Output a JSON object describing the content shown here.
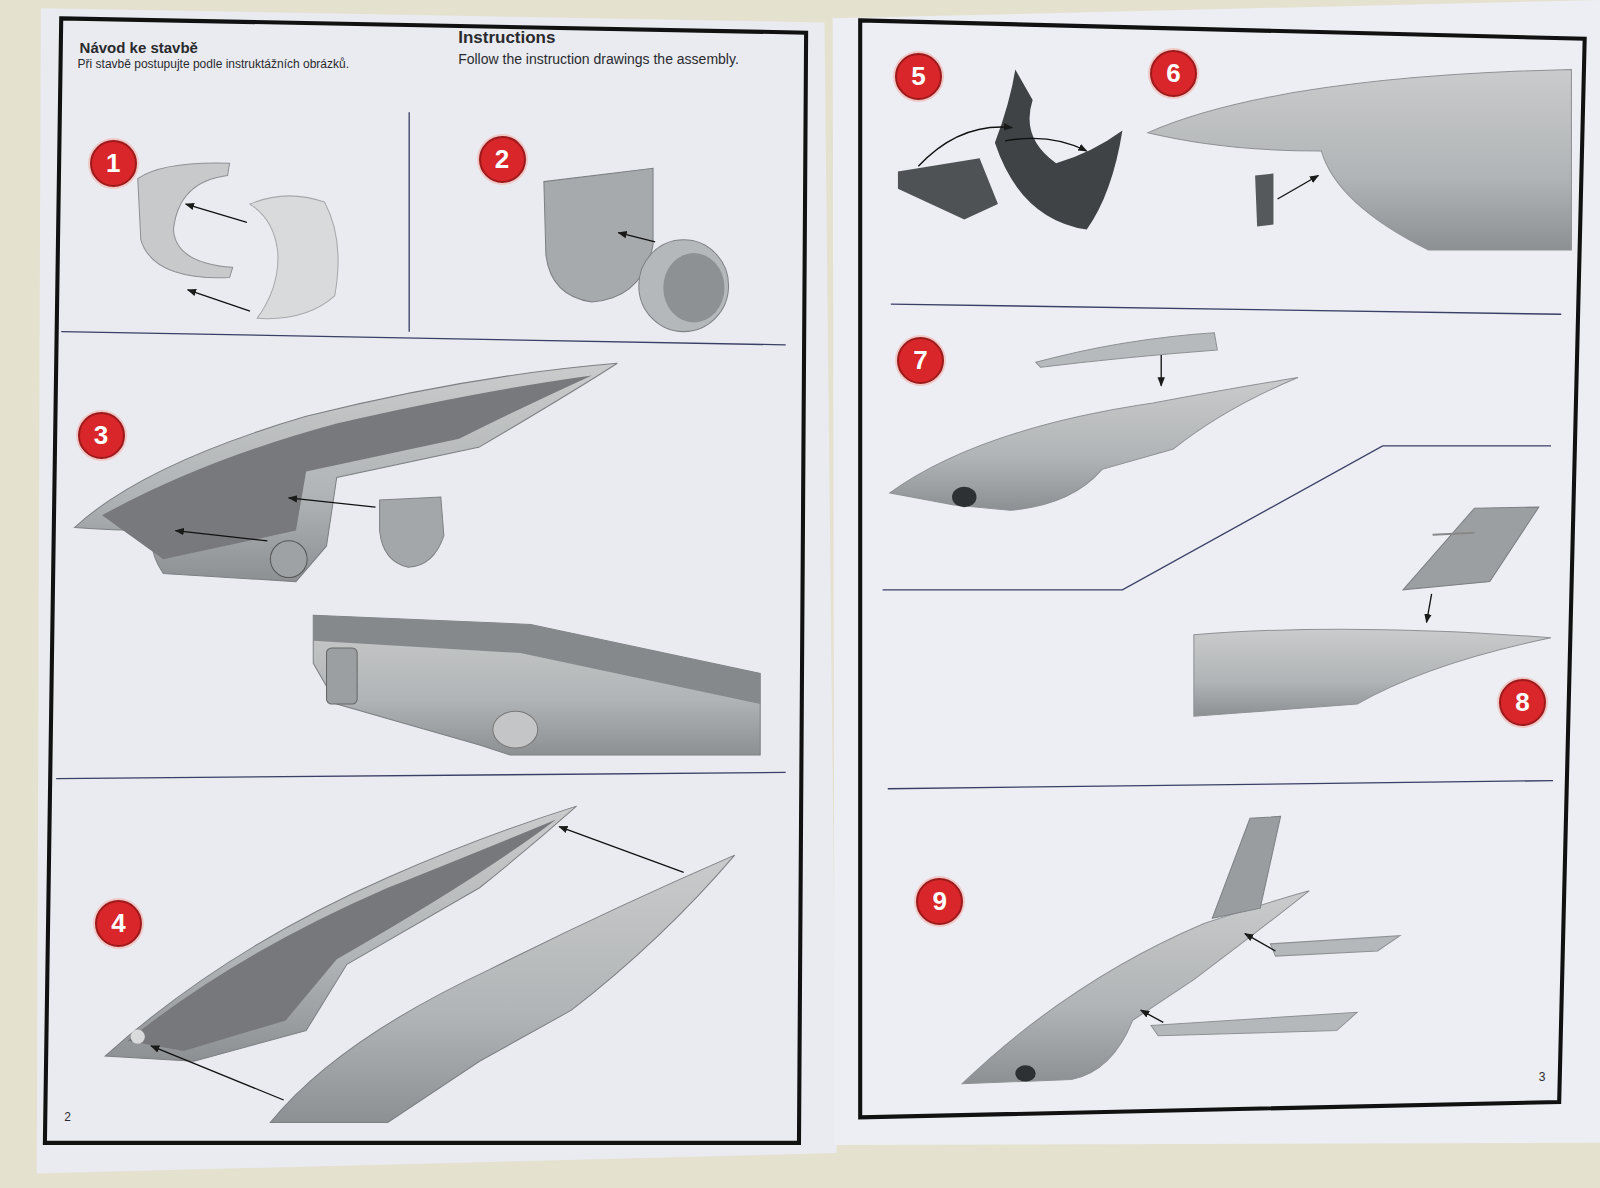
{
  "diagram": {
    "nodes": [
      {
        "text": [
          "1"
        ]
      },
      {
        "text": [
          "2"
        ]
      },
      {
        "text": [
          "3"
        ]
      },
      {
        "text": [
          "4"
        ]
      },
      {
        "text": [
          "5"
        ]
      },
      {
        "text": [
          "6"
        ]
      },
      {
        "text": [
          "7"
        ]
      },
      {
        "text": [
          "8"
        ]
      },
      {
        "text": [
          "9"
        ]
      }
    ],
    "labels": [
      "Návod ke stavbě",
      "Při stavbě postupujte podle instruktážních obrázků.",
      "Instructions",
      "Follow the instruction drawings the assembly.",
      "2",
      "3"
    ]
  }
}
